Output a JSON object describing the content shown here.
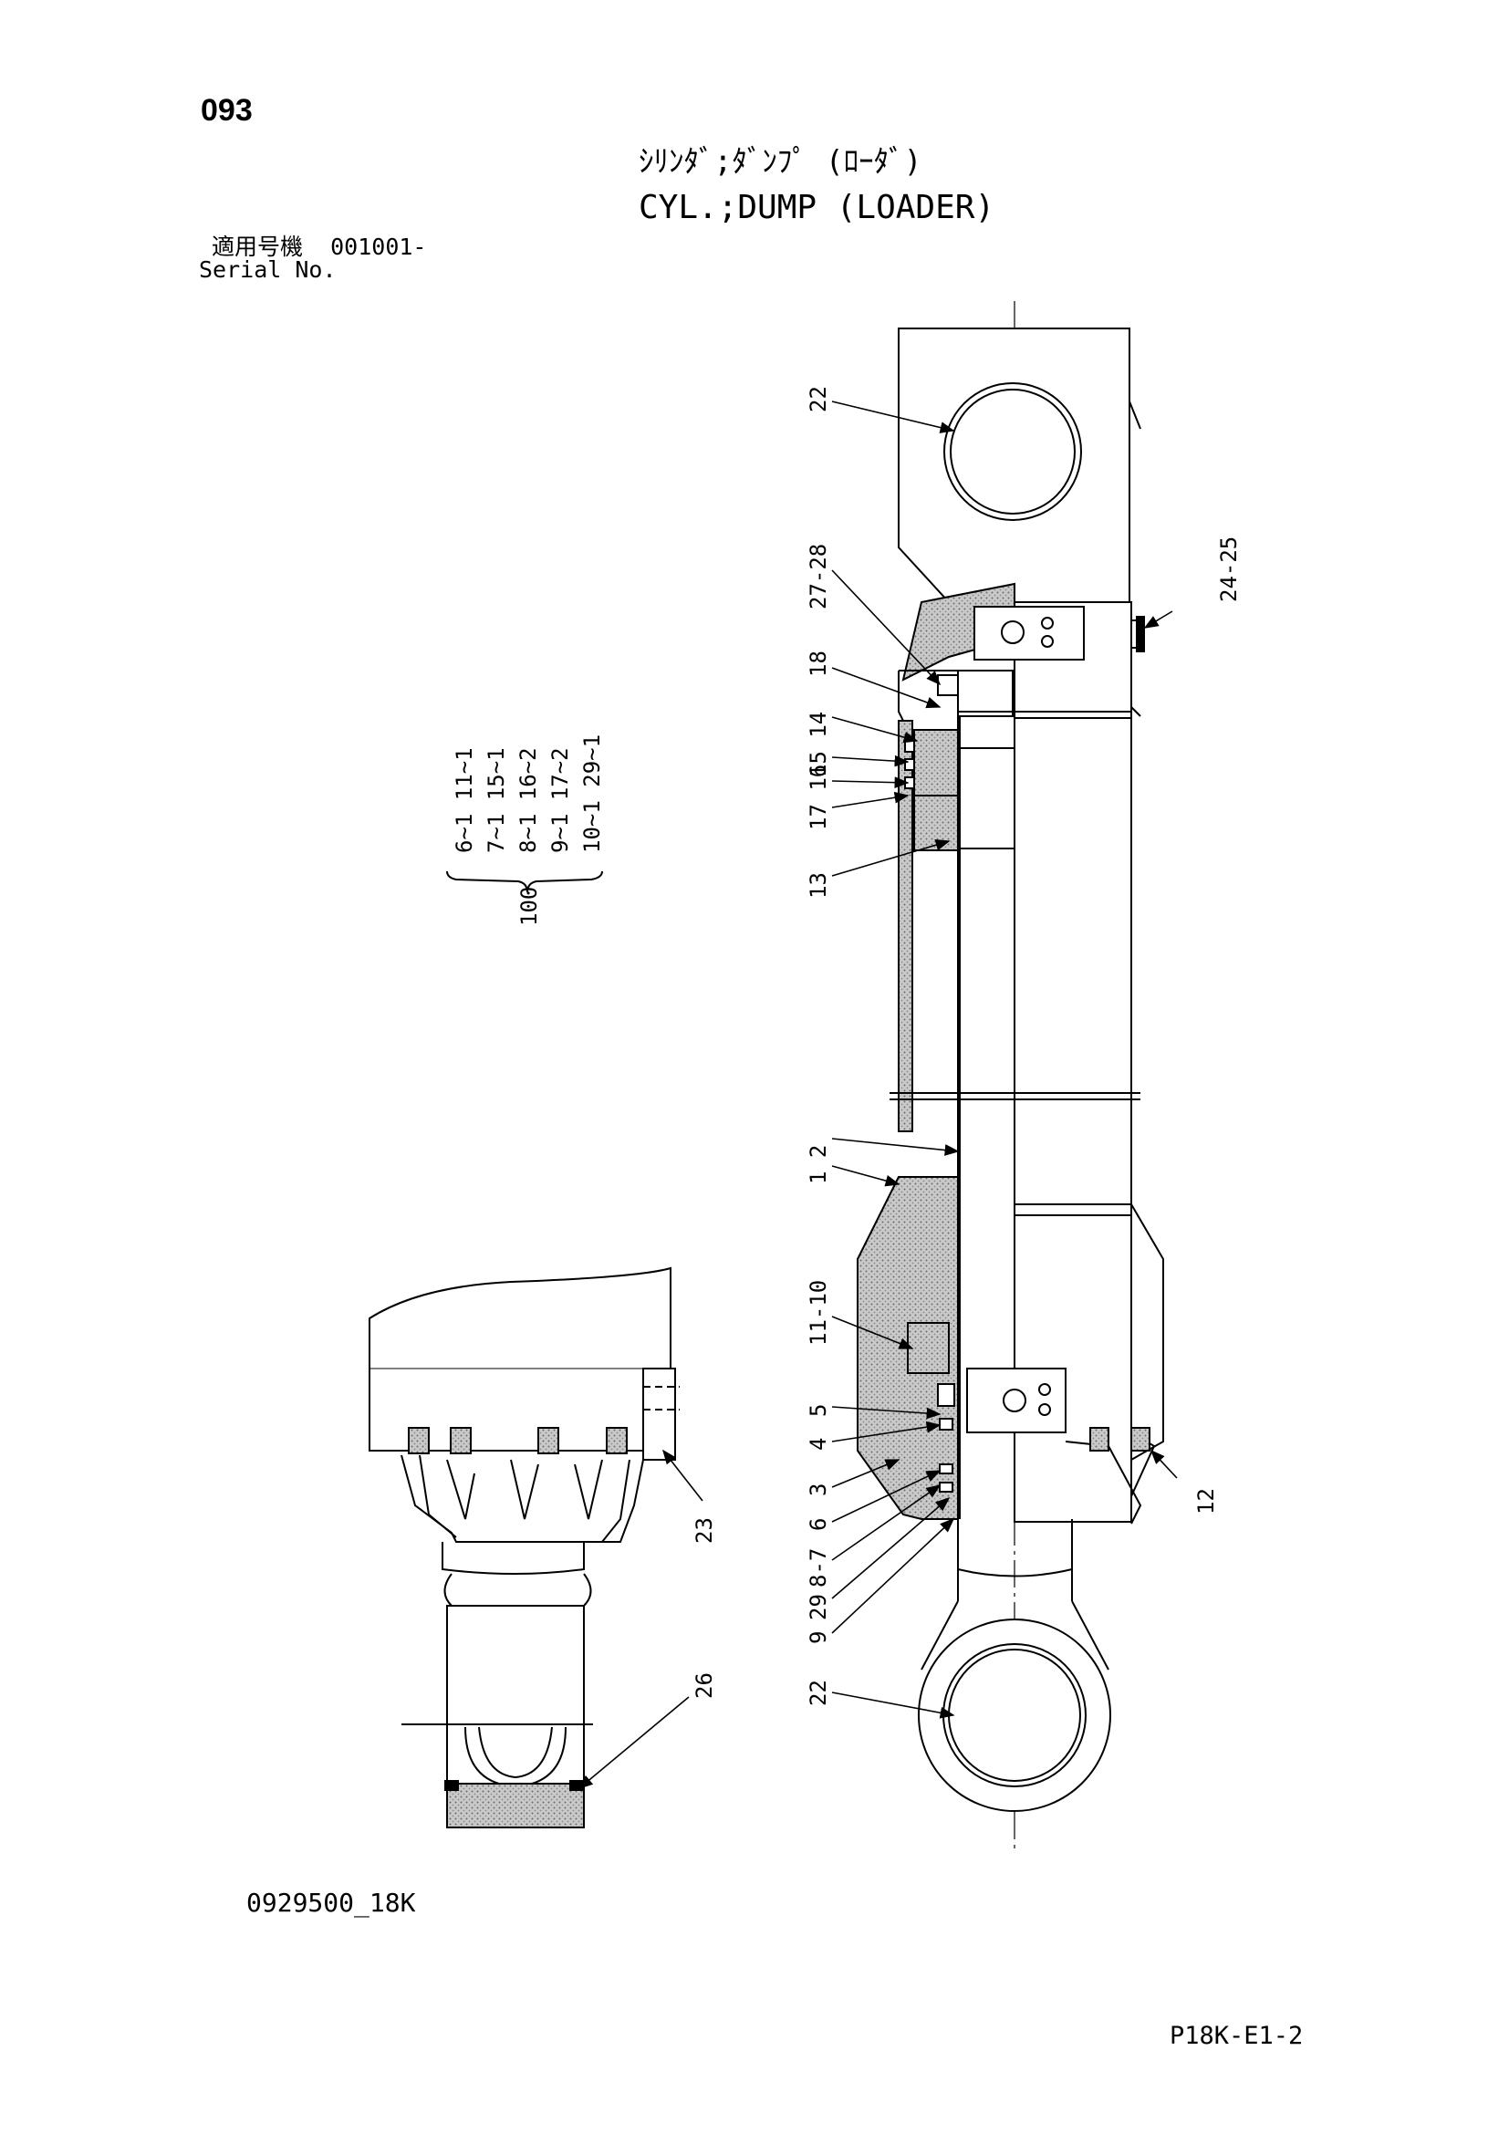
{
  "header": {
    "page_number": "093",
    "title_jp": "ｼﾘﾝﾀﾞ;ﾀﾞﾝﾌﾟ (ﾛｰﾀﾞ)",
    "title_en": "CYL.;DUMP (LOADER)",
    "serial_label_jp": "適用号機",
    "serial_value": "001001-",
    "serial_label_en": "Serial No."
  },
  "callouts": {
    "c22_top": "22",
    "c27_28": "27-28",
    "c24_25": "24-25",
    "c18": "18",
    "c15_14": "15 14",
    "c17_16": "17 16",
    "c13": "13",
    "c1_2": "1  2",
    "c11_10": "11-10",
    "c5": "5",
    "c4": "4",
    "c3": "3",
    "c6": "6",
    "c8_7": "8-7",
    "c29": "29",
    "c9": "9",
    "c22_bottom": "22",
    "c12": "12",
    "c23": "23",
    "c26": "26"
  },
  "kit": {
    "number": "100",
    "rows": [
      "6~1  11~1",
      "7~1  15~1",
      "8~1  16~2",
      "9~1  17~2",
      "10~1 29~1"
    ]
  },
  "footer": {
    "drawing_number": "0929500_18K",
    "page_code": "P18K-E1-2"
  },
  "colors": {
    "line": "#000000",
    "hatch": "#9a9a9a",
    "paper": "#ffffff"
  }
}
